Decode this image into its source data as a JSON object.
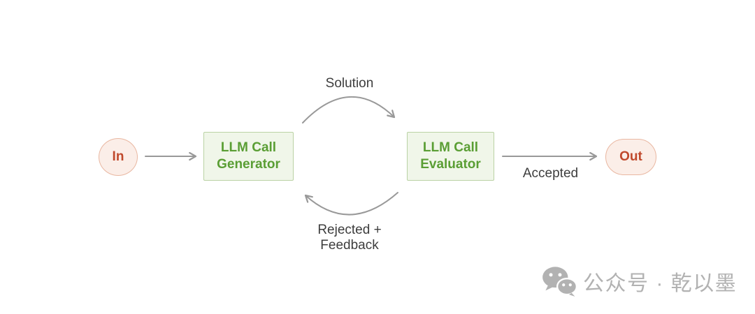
{
  "diagram": {
    "nodes": {
      "input": {
        "label": "In"
      },
      "generator": {
        "line1": "LLM Call",
        "line2": "Generator"
      },
      "evaluator": {
        "line1": "LLM Call",
        "line2": "Evaluator"
      },
      "output": {
        "label": "Out"
      }
    },
    "edges": {
      "solution": "Solution",
      "accepted": "Accepted",
      "rejected_line1": "Rejected +",
      "rejected_line2": "Feedback"
    },
    "colors": {
      "llm_box_fill": "#f0f6e9",
      "llm_box_border": "#bad2a4",
      "llm_box_text": "#5a9e34",
      "terminal_fill": "#fbeee8",
      "terminal_border": "#e9b7a1",
      "terminal_text": "#c0492c",
      "arrow": "#999999",
      "edge_label_text": "#3d3d3d",
      "watermark": "#b2b2b2"
    }
  },
  "watermark": {
    "icon": "wechat-icon",
    "text": "公众号 · 乾以墨"
  }
}
